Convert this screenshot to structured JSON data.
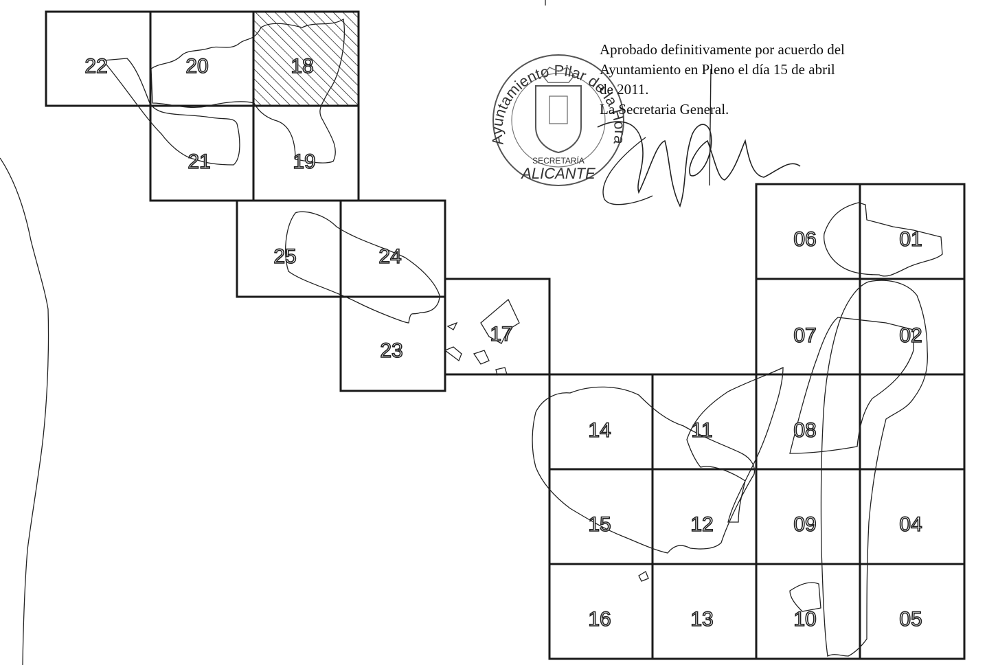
{
  "approval": {
    "lines": [
      "Aprobado definitivamente por acuerdo del",
      "Ayuntamiento en Pleno el día 15 de abril",
      "de 2011.",
      "La Secretaria General."
    ]
  },
  "seal": {
    "arc_top": "Ayuntamiento Pilar de la Horadada",
    "center": "SECRETARÍA",
    "bottom": "ALICANTE"
  },
  "sheets": [
    {
      "id": "22",
      "label": "22",
      "hatched": false
    },
    {
      "id": "20",
      "label": "20",
      "hatched": false
    },
    {
      "id": "18",
      "label": "18",
      "hatched": true
    },
    {
      "id": "21",
      "label": "21",
      "hatched": false
    },
    {
      "id": "19",
      "label": "19",
      "hatched": false
    },
    {
      "id": "25",
      "label": "25",
      "hatched": false
    },
    {
      "id": "24",
      "label": "24",
      "hatched": false
    },
    {
      "id": "23",
      "label": "23",
      "hatched": false
    },
    {
      "id": "17",
      "label": "17",
      "hatched": false
    },
    {
      "id": "06",
      "label": "06",
      "hatched": false
    },
    {
      "id": "01",
      "label": "01",
      "hatched": false
    },
    {
      "id": "07",
      "label": "07",
      "hatched": false
    },
    {
      "id": "02",
      "label": "02",
      "hatched": false
    },
    {
      "id": "14",
      "label": "14",
      "hatched": false
    },
    {
      "id": "11",
      "label": "11",
      "hatched": false
    },
    {
      "id": "08",
      "label": "08",
      "hatched": false
    },
    {
      "id": "03",
      "label": "",
      "hatched": false
    },
    {
      "id": "15",
      "label": "15",
      "hatched": false
    },
    {
      "id": "12",
      "label": "12",
      "hatched": false
    },
    {
      "id": "09",
      "label": "09",
      "hatched": false
    },
    {
      "id": "04",
      "label": "04",
      "hatched": false
    },
    {
      "id": "16",
      "label": "16",
      "hatched": false
    },
    {
      "id": "13",
      "label": "13",
      "hatched": false
    },
    {
      "id": "10",
      "label": "10",
      "hatched": false
    },
    {
      "id": "05",
      "label": "05",
      "hatched": false
    }
  ]
}
